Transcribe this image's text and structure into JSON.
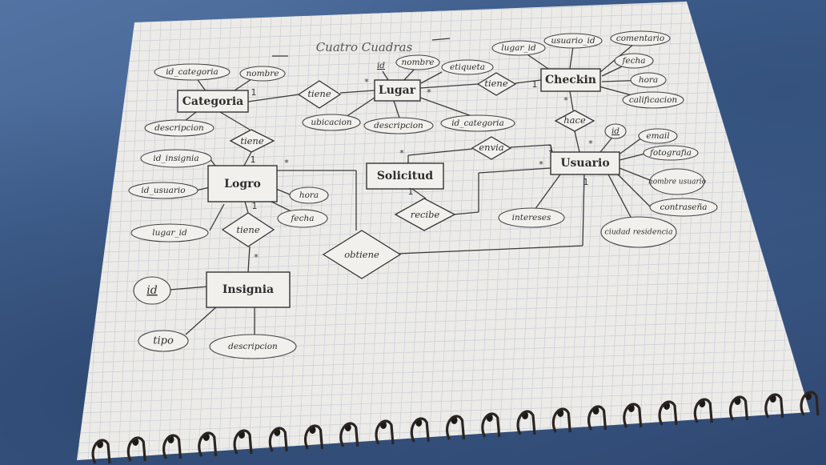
{
  "title": "Cuatro Cuadras",
  "entities": [
    {
      "id": "categoria",
      "label": "Categoria"
    },
    {
      "id": "lugar",
      "label": "Lugar"
    },
    {
      "id": "checkin",
      "label": "Checkin"
    },
    {
      "id": "logro",
      "label": "Logro"
    },
    {
      "id": "solicitud",
      "label": "Solicitud"
    },
    {
      "id": "usuario",
      "label": "Usuario"
    },
    {
      "id": "insignia",
      "label": "Insignia"
    }
  ],
  "relationships": [
    {
      "id": "tiene_cat_lugar",
      "label": "tiene"
    },
    {
      "id": "tiene_cat_logro",
      "label": "tiene"
    },
    {
      "id": "tiene_lugar_checkin",
      "label": "tiene"
    },
    {
      "id": "hace",
      "label": "hace"
    },
    {
      "id": "envia",
      "label": "envia"
    },
    {
      "id": "recibe",
      "label": "recibe"
    },
    {
      "id": "tiene_logro_insignia",
      "label": "tiene"
    },
    {
      "id": "obtiene",
      "label": "obtiene"
    }
  ],
  "attributes": [
    {
      "id": "cat_id",
      "label": "id_categoria"
    },
    {
      "id": "cat_nombre",
      "label": "nombre"
    },
    {
      "id": "cat_desc",
      "label": "descripcion"
    },
    {
      "id": "lug_id",
      "label": "id"
    },
    {
      "id": "lug_nombre",
      "label": "nombre"
    },
    {
      "id": "lug_etiqueta",
      "label": "etiqueta"
    },
    {
      "id": "lug_ubicacion",
      "label": "ubicacion"
    },
    {
      "id": "lug_desc",
      "label": "descripcion"
    },
    {
      "id": "lug_idcat",
      "label": "id_categoria"
    },
    {
      "id": "chk_lugar",
      "label": "lugar_id"
    },
    {
      "id": "chk_usuario",
      "label": "usuario_id"
    },
    {
      "id": "chk_comentario",
      "label": "comentario"
    },
    {
      "id": "chk_fecha",
      "label": "fecha"
    },
    {
      "id": "chk_hora",
      "label": "hora"
    },
    {
      "id": "chk_calif",
      "label": "calificacion"
    },
    {
      "id": "log_idins",
      "label": "id_insignia"
    },
    {
      "id": "log_idusr",
      "label": "id_usuario"
    },
    {
      "id": "log_lugar",
      "label": "lugar_id"
    },
    {
      "id": "log_hora",
      "label": "hora"
    },
    {
      "id": "log_fecha",
      "label": "fecha"
    },
    {
      "id": "usr_id",
      "label": "id"
    },
    {
      "id": "usr_email",
      "label": "email"
    },
    {
      "id": "usr_foto",
      "label": "fotografia"
    },
    {
      "id": "usr_nombre",
      "label": "nombre usuario"
    },
    {
      "id": "usr_pass",
      "label": "contraseña"
    },
    {
      "id": "usr_ciudad",
      "label": "ciudad residencia"
    },
    {
      "id": "usr_intereses",
      "label": "intereses"
    },
    {
      "id": "ins_id",
      "label": "id"
    },
    {
      "id": "ins_tipo",
      "label": "tipo"
    },
    {
      "id": "ins_desc",
      "label": "descripcion"
    }
  ],
  "cardinalities": {
    "one": "1",
    "many": "*"
  },
  "colors": {
    "paper": "#ecebe8",
    "grid": "#c9ced6",
    "ink": "#333333",
    "background": "#3f5e8c"
  }
}
